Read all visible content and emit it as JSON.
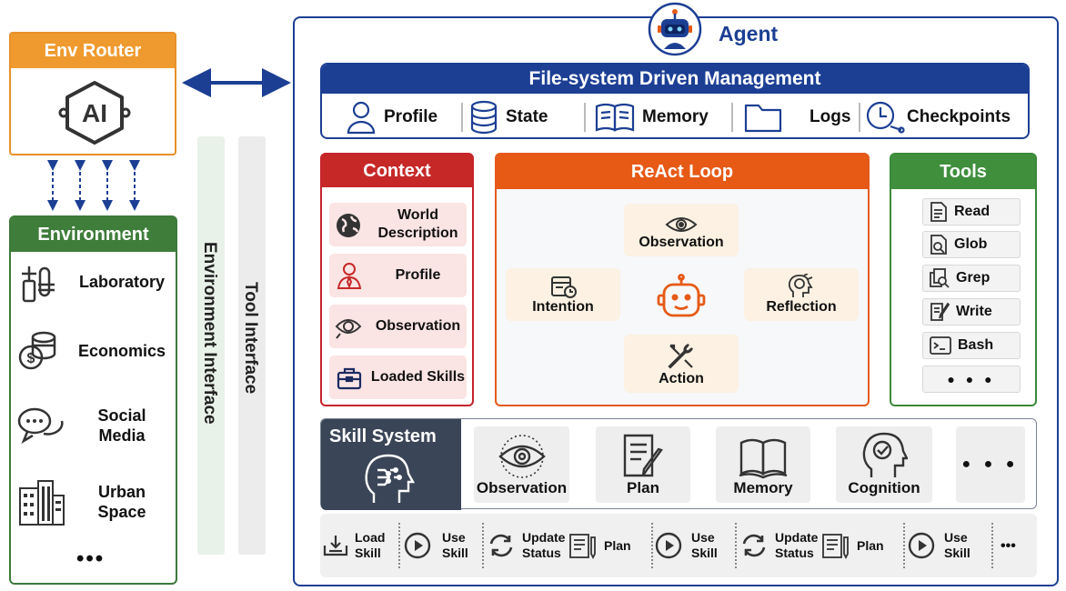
{
  "env_router": {
    "title": "Env Router",
    "logo_text": "AI"
  },
  "environment": {
    "title": "Environment",
    "items": [
      {
        "label": "Laboratory",
        "icon": "lab-flask-icon"
      },
      {
        "label": "Economics",
        "icon": "coins-icon"
      },
      {
        "label": "Social Media",
        "icon": "chat-bubbles-icon"
      },
      {
        "label": "Urban Space",
        "icon": "buildings-icon"
      }
    ],
    "more": "•••"
  },
  "interfaces": {
    "environment": "Environment Interface",
    "tool": "Tool Interface"
  },
  "agent": {
    "title": "Agent",
    "file_system": {
      "title": "File-system Driven Management",
      "items": [
        "Profile",
        "State",
        "Memory",
        "Logs",
        "Checkpoints"
      ]
    },
    "context": {
      "title": "Context",
      "items": [
        "World Description",
        "Profile",
        "Observation",
        "Loaded Skills"
      ]
    },
    "react": {
      "title": "ReAct Loop",
      "nodes": {
        "observation": "Observation",
        "intention": "Intention",
        "reflection": "Reflection",
        "action": "Action"
      }
    },
    "tools": {
      "title": "Tools",
      "items": [
        "Read",
        "Glob",
        "Grep",
        "Write",
        "Bash"
      ],
      "more": "● ● ●"
    },
    "skill_system": {
      "title": "Skill System",
      "cards": [
        "Observation",
        "Plan",
        "Memory",
        "Cognition"
      ],
      "more": "● ● ●"
    },
    "steps": [
      {
        "line1": "Load",
        "line2": "Skill",
        "icon": "load-skill-icon"
      },
      {
        "line1": "Use",
        "line2": "Skill",
        "icon": "play-icon"
      },
      {
        "line1": "Update",
        "line2": "Status",
        "icon": "refresh-icon"
      },
      {
        "line1": "Plan",
        "line2": "",
        "icon": "plan-doc-icon"
      },
      {
        "line1": "Use",
        "line2": "Skill",
        "icon": "play-icon"
      },
      {
        "line1": "Update",
        "line2": "Status",
        "icon": "refresh-icon"
      },
      {
        "line1": "Plan",
        "line2": "",
        "icon": "plan-doc-icon"
      },
      {
        "line1": "Use",
        "line2": "Skill",
        "icon": "play-icon"
      },
      {
        "line1": "•••",
        "line2": "",
        "icon": ""
      }
    ]
  },
  "colors": {
    "router": "#ef9a2e",
    "environment": "#3f7d3b",
    "agent": "#1c3f94",
    "context": "#c62828",
    "react": "#e65a16",
    "tools": "#3f8f3c",
    "skill": "#3a4657"
  }
}
